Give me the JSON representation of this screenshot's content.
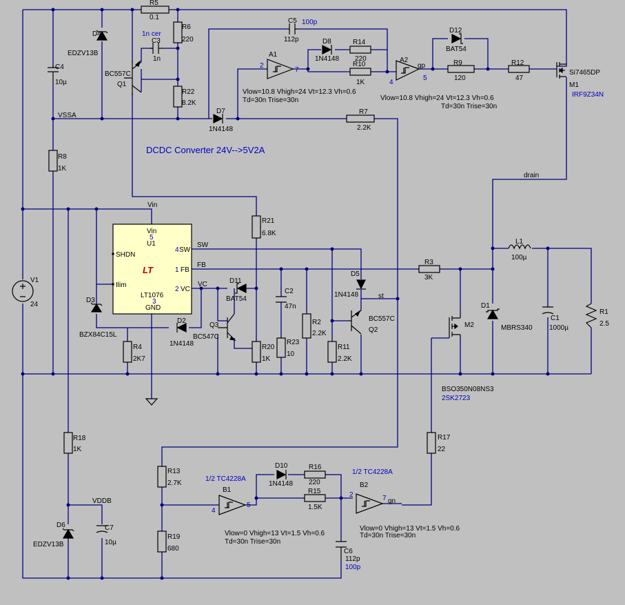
{
  "components": {
    "R5": {
      "ref": "R5",
      "value": "0.1"
    },
    "R6": {
      "ref": "R6",
      "value": "220"
    },
    "R22": {
      "ref": "R22",
      "value": "8.2K"
    },
    "R8": {
      "ref": "R8",
      "value": "1K"
    },
    "R14": {
      "ref": "R14",
      "value": "220"
    },
    "R10": {
      "ref": "R10",
      "value": "1K"
    },
    "R9": {
      "ref": "R9",
      "value": "120"
    },
    "R12": {
      "ref": "R12",
      "value": "47"
    },
    "R7": {
      "ref": "R7",
      "value": "2.2K"
    },
    "R21": {
      "ref": "R21",
      "value": "6.8K"
    },
    "R3": {
      "ref": "R3",
      "value": "3K"
    },
    "R1": {
      "ref": "R1",
      "value": "2.5"
    },
    "R2": {
      "ref": "R2",
      "value": "2.2K"
    },
    "R23": {
      "ref": "R23",
      "value": "10"
    },
    "R20": {
      "ref": "R20",
      "value": "1K"
    },
    "R11": {
      "ref": "R11",
      "value": "2.2K"
    },
    "R4": {
      "ref": "R4",
      "value": "2K7"
    },
    "R18": {
      "ref": "R18",
      "value": "1K"
    },
    "R13": {
      "ref": "R13",
      "value": "2.7K"
    },
    "R19": {
      "ref": "R19",
      "value": "680"
    },
    "R16": {
      "ref": "R16",
      "value": "220"
    },
    "R15": {
      "ref": "R15",
      "value": "1.5K"
    },
    "R17": {
      "ref": "R17",
      "value": "22"
    },
    "C3": {
      "ref": "C3",
      "value": "1n"
    },
    "C4": {
      "ref": "C4",
      "value": "10µ"
    },
    "C5": {
      "ref": "C5",
      "value": "112p"
    },
    "C2": {
      "ref": "C2",
      "value": "47n"
    },
    "C1": {
      "ref": "C1",
      "value": "1000µ"
    },
    "C7": {
      "ref": "C7",
      "value": "10µ"
    },
    "C6": {
      "ref": "C6",
      "value": "112p"
    },
    "L1": {
      "ref": "L1",
      "value": "100µ"
    },
    "D4": {
      "ref": "D4",
      "value": "EDZV13B"
    },
    "D6": {
      "ref": "D6",
      "value": "EDZV13B"
    },
    "D8": {
      "ref": "D8",
      "value": "1N4148"
    },
    "D7": {
      "ref": "D7",
      "value": "1N4148"
    },
    "D12": {
      "ref": "D12",
      "value": "BAT54"
    },
    "D11": {
      "ref": "D11",
      "value": "BAT54"
    },
    "D5": {
      "ref": "D5",
      "value": "1N4148"
    },
    "D2": {
      "ref": "D2",
      "value": "1N4148"
    },
    "D3": {
      "ref": "D3",
      "value": "BZX84C15L"
    },
    "D1": {
      "ref": "D1",
      "value": "MBRS340"
    },
    "D10": {
      "ref": "D10",
      "value": "1N4148"
    },
    "Q1": {
      "ref": "Q1",
      "value": "BC557C"
    },
    "Q2": {
      "ref": "Q2",
      "value": "BC557C"
    },
    "Q3": {
      "ref": "Q3",
      "value": "BC547C"
    },
    "M1": {
      "ref": "M1",
      "value": "Si7465DP"
    },
    "M2": {
      "ref": "M2",
      "value": "BSO350N08NS3"
    },
    "V1": {
      "ref": "V1",
      "value": "24"
    },
    "A1": {
      "ref": "A1"
    },
    "A2": {
      "ref": "A2"
    },
    "B1": {
      "ref": "B1"
    },
    "B2": {
      "ref": "B2"
    },
    "U1": {
      "ref": "U1",
      "part": "LT1076"
    }
  },
  "notes": {
    "c3_note": "1n cer",
    "c5_note": "100p",
    "c6_note": "100p",
    "m1_alt": "IRF9Z34N",
    "m2_alt": "2SK2723",
    "b1_part": "1/2 TC4228A",
    "b2_part": "1/2 TC4228A",
    "title": "DCDC Converter 24V-->5V2A",
    "a1_params": [
      "Vlow=10.8 Vhigh=24 Vt=12.3 Vh=0.6",
      "Td=30n Trise=30n"
    ],
    "a2_params": [
      "Vlow=10.8 Vhigh=24 Vt=12.3 Vh=0.6",
      "Td=30n Trise=30n"
    ],
    "b1_params": [
      "Vlow=0 Vhigh=13 Vt=1.5 Vh=0.6",
      "Td=30n Trise=30n"
    ],
    "b2_params": [
      "Vlow=0 Vhigh=13 Vt=1.5 Vh=0.6",
      "Td=30n Trise=30n"
    ]
  },
  "nets": {
    "vssa": "VSSA",
    "vin": "Vin",
    "sw": "SW",
    "fb": "FB",
    "vc": "VC",
    "st": "st",
    "gp": "gp",
    "gn": "gn",
    "drain": "drain",
    "vddb": "VDDB"
  },
  "ic": {
    "pin_vin": "Vin",
    "pin_vin_num": "5",
    "ref": "U1",
    "pin_shdn": "SHDN",
    "pin_ilim": "Ilim",
    "pin_sw_num": "4",
    "pin_sw": "SW",
    "pin_fb_num": "1",
    "pin_fb": "FB",
    "pin_vc_num": "2",
    "pin_vc": "VC",
    "part": "LT1076",
    "pin_gnd_num": "3",
    "pin_gnd": "GND",
    "logo": "LT"
  },
  "pins": {
    "a1_in": "2",
    "a1_out": "7",
    "a2_in": "4",
    "a2_out": "5",
    "b1_in": "4",
    "b1_out": "5",
    "b2_in": "2",
    "b2_out": "7"
  },
  "colors": {
    "background": "#c0c0c0",
    "wire": "#000080",
    "component": "#000000",
    "annotation": "#0000c0"
  }
}
